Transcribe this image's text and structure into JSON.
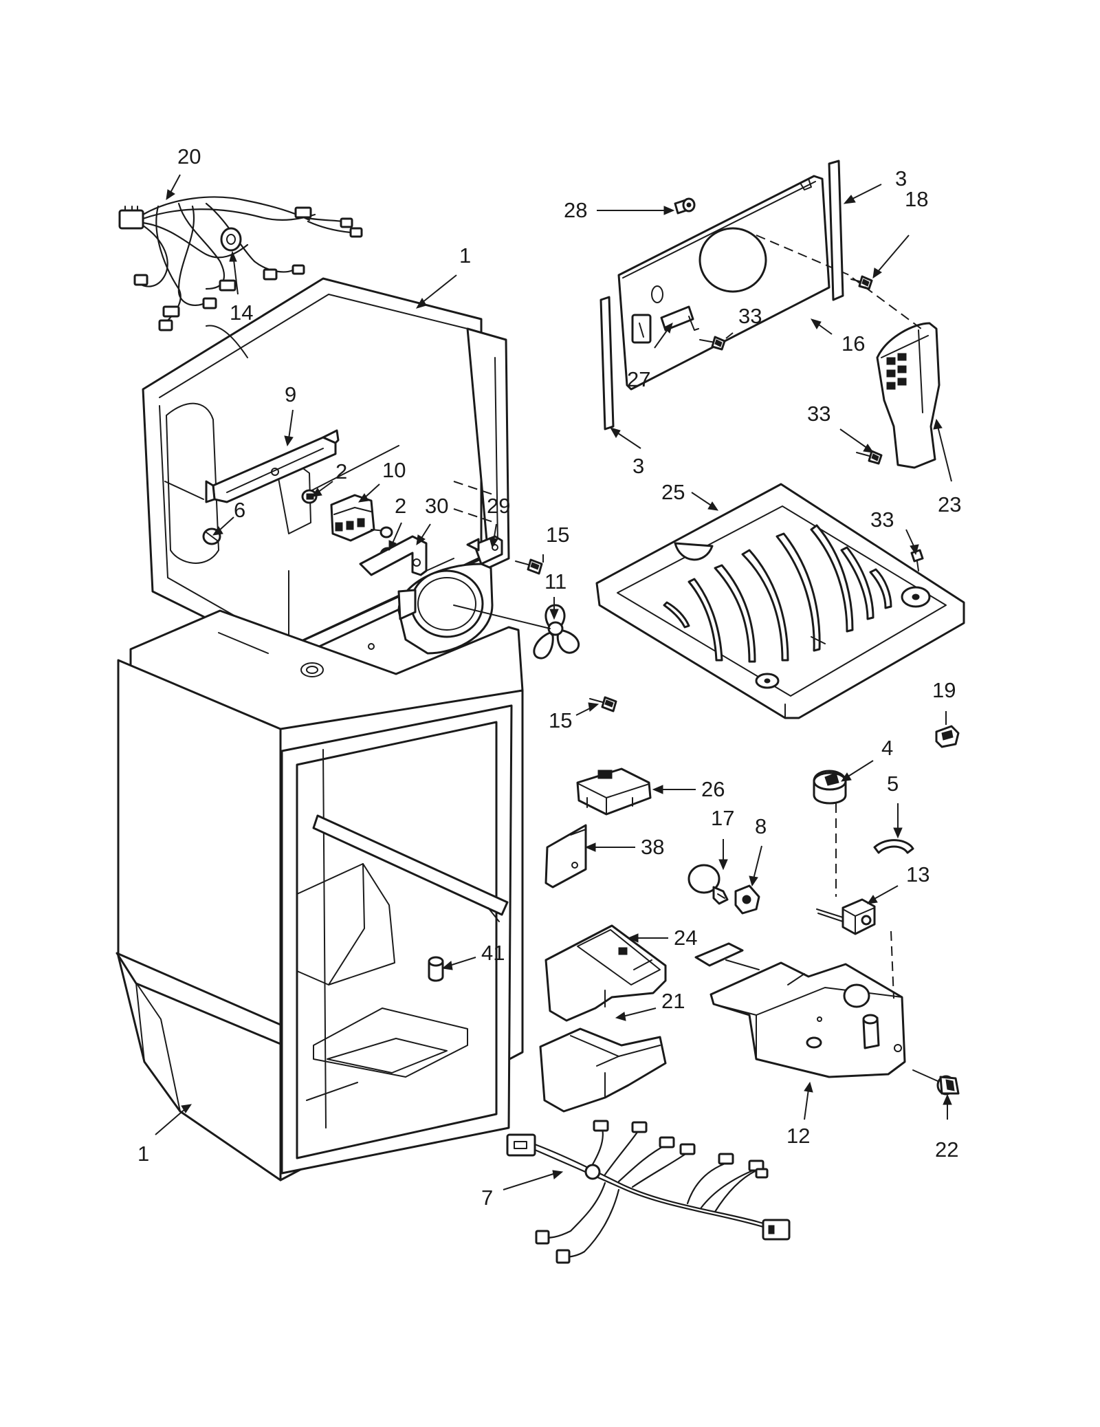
{
  "diagram": {
    "callouts": [
      {
        "id": "c20",
        "label": "20",
        "part": "harness-upper"
      },
      {
        "id": "c14",
        "label": "14",
        "part": "harness-upper-connector"
      },
      {
        "id": "c1a",
        "label": "1",
        "part": "liner-top"
      },
      {
        "id": "c9",
        "label": "9",
        "part": "bracket"
      },
      {
        "id": "c2a",
        "label": "2",
        "part": "knob-small"
      },
      {
        "id": "c10",
        "label": "10",
        "part": "control"
      },
      {
        "id": "c2b",
        "label": "2",
        "part": "knob-small"
      },
      {
        "id": "c6",
        "label": "6",
        "part": "plug"
      },
      {
        "id": "c30",
        "label": "30",
        "part": "bracket-small"
      },
      {
        "id": "c29",
        "label": "29",
        "part": "bracket-fan"
      },
      {
        "id": "c15a",
        "label": "15",
        "part": "screw"
      },
      {
        "id": "c11",
        "label": "11",
        "part": "fan-blade"
      },
      {
        "id": "c15b",
        "label": "15",
        "part": "screw"
      },
      {
        "id": "c1b",
        "label": "1",
        "part": "liner-bottom"
      },
      {
        "id": "c28",
        "label": "28",
        "part": "spacer"
      },
      {
        "id": "c3a",
        "label": "3",
        "part": "gasket-strip"
      },
      {
        "id": "c18",
        "label": "18",
        "part": "screw"
      },
      {
        "id": "c33a",
        "label": "33",
        "part": "screw"
      },
      {
        "id": "c16",
        "label": "16",
        "part": "rear-panel"
      },
      {
        "id": "c27",
        "label": "27",
        "part": "clip"
      },
      {
        "id": "c3b",
        "label": "3",
        "part": "gasket-strip"
      },
      {
        "id": "c33b",
        "label": "33",
        "part": "screw"
      },
      {
        "id": "c23",
        "label": "23",
        "part": "duct-cover"
      },
      {
        "id": "c25",
        "label": "25",
        "part": "drain-tray"
      },
      {
        "id": "c33c",
        "label": "33",
        "part": "screw"
      },
      {
        "id": "c19",
        "label": "19",
        "part": "clip"
      },
      {
        "id": "c26",
        "label": "26",
        "part": "switch"
      },
      {
        "id": "c4",
        "label": "4",
        "part": "knob"
      },
      {
        "id": "c5",
        "label": "5",
        "part": "ring"
      },
      {
        "id": "c17",
        "label": "17",
        "part": "bulb"
      },
      {
        "id": "c8",
        "label": "8",
        "part": "socket"
      },
      {
        "id": "c38",
        "label": "38",
        "part": "bracket-plate"
      },
      {
        "id": "c13",
        "label": "13",
        "part": "thermostat"
      },
      {
        "id": "c24",
        "label": "24",
        "part": "light-housing"
      },
      {
        "id": "c41",
        "label": "41",
        "part": "spacer"
      },
      {
        "id": "c21",
        "label": "21",
        "part": "light-shield"
      },
      {
        "id": "c12",
        "label": "12",
        "part": "control-housing"
      },
      {
        "id": "c22",
        "label": "22",
        "part": "knob"
      },
      {
        "id": "c7",
        "label": "7",
        "part": "harness-lower"
      }
    ]
  }
}
